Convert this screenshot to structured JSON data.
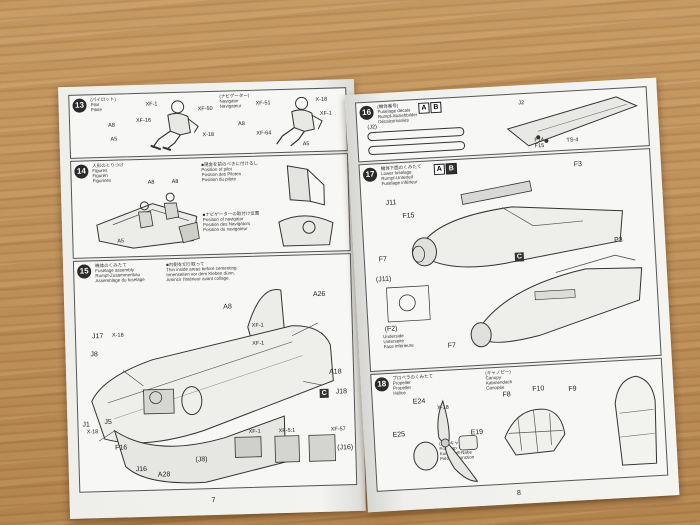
{
  "left_page": {
    "page_number": "7",
    "step13": {
      "number": "13",
      "title": "(パイロット)\nPilot\nPilote",
      "title2": "(ナビゲーター)\nNavigator\nNavigateur",
      "labels": [
        "A8",
        "A5",
        "A8",
        "A5"
      ],
      "codes": [
        "XF-1",
        "XF-16",
        "XF-50",
        "X-18",
        "XF-51",
        "XF-64",
        "X-18",
        "XF-1"
      ]
    },
    "step14": {
      "number": "14",
      "title": "人形のとりつけ\nFigures\nFiguren\nFigurines",
      "note1": "■現金を前のべきに付けるし\nPosition of pilot\nPosition des Piloten\nPosition du pilote",
      "note2": "■ナビゲーターの取付け位置\nPosition of navigator\nPosition des Navigators\nPosition du navigateur",
      "labels": [
        "A8",
        "A8",
        "A5"
      ]
    },
    "step15": {
      "number": "15",
      "title": "機体のくみたて\nFuselage assembly\nRumpf-Zusammenbau\nAssemblage du fuselage",
      "note": "■内側を切り取って\nThin inside areas before cementing.\nInnenseiten vor dem Kleben dünn.\nAmincir l'intérieur avant collage.",
      "labels": [
        "A8",
        "A26",
        "J17",
        "J8",
        "A18",
        "J18",
        "J1",
        "J5",
        "F16",
        "J16",
        "A28",
        "(J8)",
        "(J16)"
      ],
      "codes": [
        "X-18",
        "XF-1",
        "XF-1",
        "X-18",
        "XF-5:1",
        "XF-57",
        "XF-1"
      ],
      "c_badge": "C"
    }
  },
  "right_page": {
    "page_number": "8",
    "step16": {
      "number": "16",
      "title": "(機体番号)\nFuselage decals\nRumpf-Abziehbilder\nDécalcomanies",
      "badge_a": "A",
      "badge_b": "B",
      "labels": [
        "(J2)",
        "J2",
        "F14",
        "F15",
        "TS-4"
      ]
    },
    "step17": {
      "number": "17",
      "title": "機体下面のくみたて\nLower fuselage\nRumpf-Unterteil\nFuselage inférieur",
      "badge_a": "A",
      "badge_b": "B",
      "labels": [
        "F3",
        "J11",
        "F15",
        "F7",
        "P3",
        "(J11)",
        "(F2)",
        "F7"
      ],
      "c_badge": "C",
      "f2_note": "Underside\nUnterseite\nFace inférieure"
    },
    "step18": {
      "number": "18",
      "title": "プロペラのくみたて\nPropeller\nPropeller\nHélice",
      "canopy_title": "(キャノピー)\nCanopy\nKabinendach\nCanopée",
      "spinner_note": "(ボリキャップ)\nPoly cap\nKunststoff-Nabe\nPièce de jonction",
      "labels": [
        "E24",
        "E25",
        "E19",
        "F8",
        "F10",
        "F9"
      ],
      "codes": [
        "X-18"
      ]
    }
  },
  "colors": {
    "table": "#c0915a",
    "paper": "#f2f2ef",
    "ink": "#222222"
  }
}
